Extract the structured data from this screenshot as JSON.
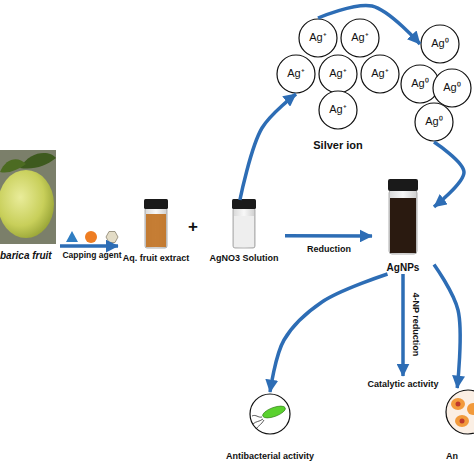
{
  "diagram": {
    "nodes": [
      {
        "text": [
          "barica fruit"
        ]
      },
      {
        "text": [
          "Aq. fruit extract"
        ]
      },
      {
        "text": [
          "AgNO3 Solution"
        ]
      },
      {
        "text": [
          "Ag⁺"
        ]
      },
      {
        "text": [
          "Ag⁺"
        ]
      },
      {
        "text": [
          "Ag⁺"
        ]
      },
      {
        "text": [
          "Ag⁺"
        ]
      },
      {
        "text": [
          "Ag⁺"
        ]
      },
      {
        "text": [
          "Ag⁺"
        ]
      },
      {
        "text": [
          "Ag⁰"
        ]
      },
      {
        "text": [
          "Ag⁰"
        ]
      },
      {
        "text": [
          "Ag⁰"
        ]
      },
      {
        "text": [
          "Ag⁰"
        ]
      },
      {
        "text": [
          "AgNPs"
        ]
      },
      {
        "text": [
          "Antibacterial activity"
        ]
      },
      {
        "text": [
          "Catalytic activity"
        ]
      },
      {
        "text": [
          "An"
        ]
      }
    ],
    "edges": [
      {
        "from": 0,
        "to": 1,
        "label": "Capping agent",
        "arrow": "to"
      },
      {
        "from": 2,
        "to": 13,
        "label": "Reduction",
        "arrow": "to"
      },
      {
        "from": 2,
        "to": 5,
        "arrow": "to"
      },
      {
        "from": 3,
        "to": 9,
        "arrow": "to"
      },
      {
        "from": 12,
        "to": 13,
        "arrow": "to"
      },
      {
        "from": 13,
        "to": 15,
        "label": "4-NP reduction",
        "arrow": "to"
      },
      {
        "from": 13,
        "to": 14,
        "arrow": "to"
      },
      {
        "from": 13,
        "to": 16,
        "arrow": "to"
      }
    ],
    "labels": [
      "Silver ion",
      "+"
    ]
  }
}
